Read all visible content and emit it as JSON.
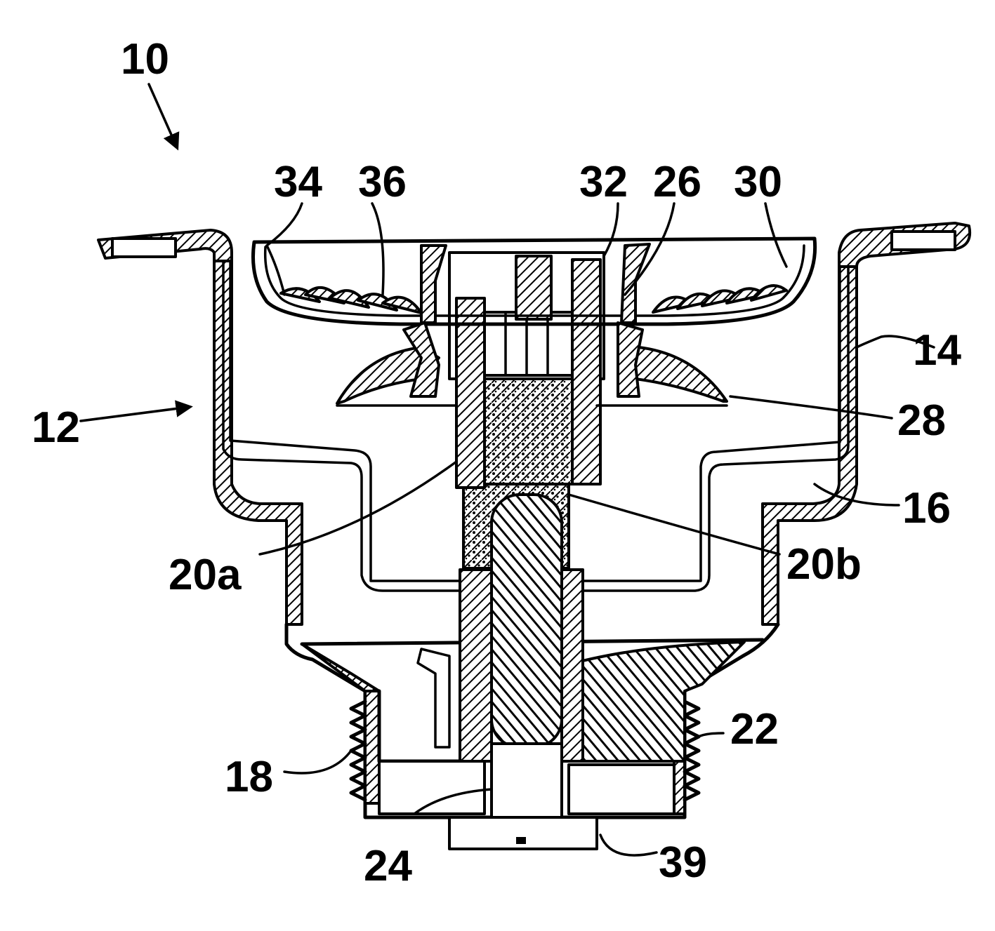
{
  "figure": {
    "labels": {
      "assembly": "10",
      "housing": "12",
      "wall_upper": "14",
      "wall_lower": "16",
      "thread_left": "18",
      "member_left": "20a",
      "member_right": "20b",
      "thread_right": "22",
      "shaft_lower": "24",
      "collar": "26",
      "disk": "28",
      "flange_right": "30",
      "hub": "32",
      "basket": "34",
      "blades": "36",
      "end_cap": "39"
    }
  }
}
